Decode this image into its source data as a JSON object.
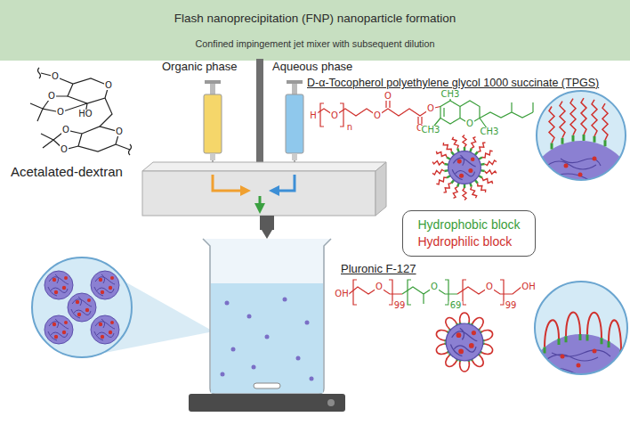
{
  "diagram": {
    "title": "Flash nanoprecipitation (FNP) nanoparticle formation",
    "nodes": [
      {
        "text": [
          "Hydrophobic block",
          "Hydrophilic block"
        ]
      }
    ],
    "labels": [
      "Confined impingement jet mixer with subsequent dilution",
      "Organic phase",
      "Aqueous phase",
      "D-α-Tocopherol polyethylene glycol 1000 succinate (TPGS)",
      "Acetalated-dextran",
      "Pluronic F-127",
      "O",
      "O",
      "O",
      "O",
      "HO",
      "O",
      "O",
      "O",
      "H",
      "O",
      "n",
      "O",
      "O",
      "O",
      "O",
      "O",
      "CH3",
      "CH3",
      "CH3",
      "OH",
      "O",
      "99",
      "O",
      "69",
      "O",
      "99",
      "OH"
    ]
  }
}
